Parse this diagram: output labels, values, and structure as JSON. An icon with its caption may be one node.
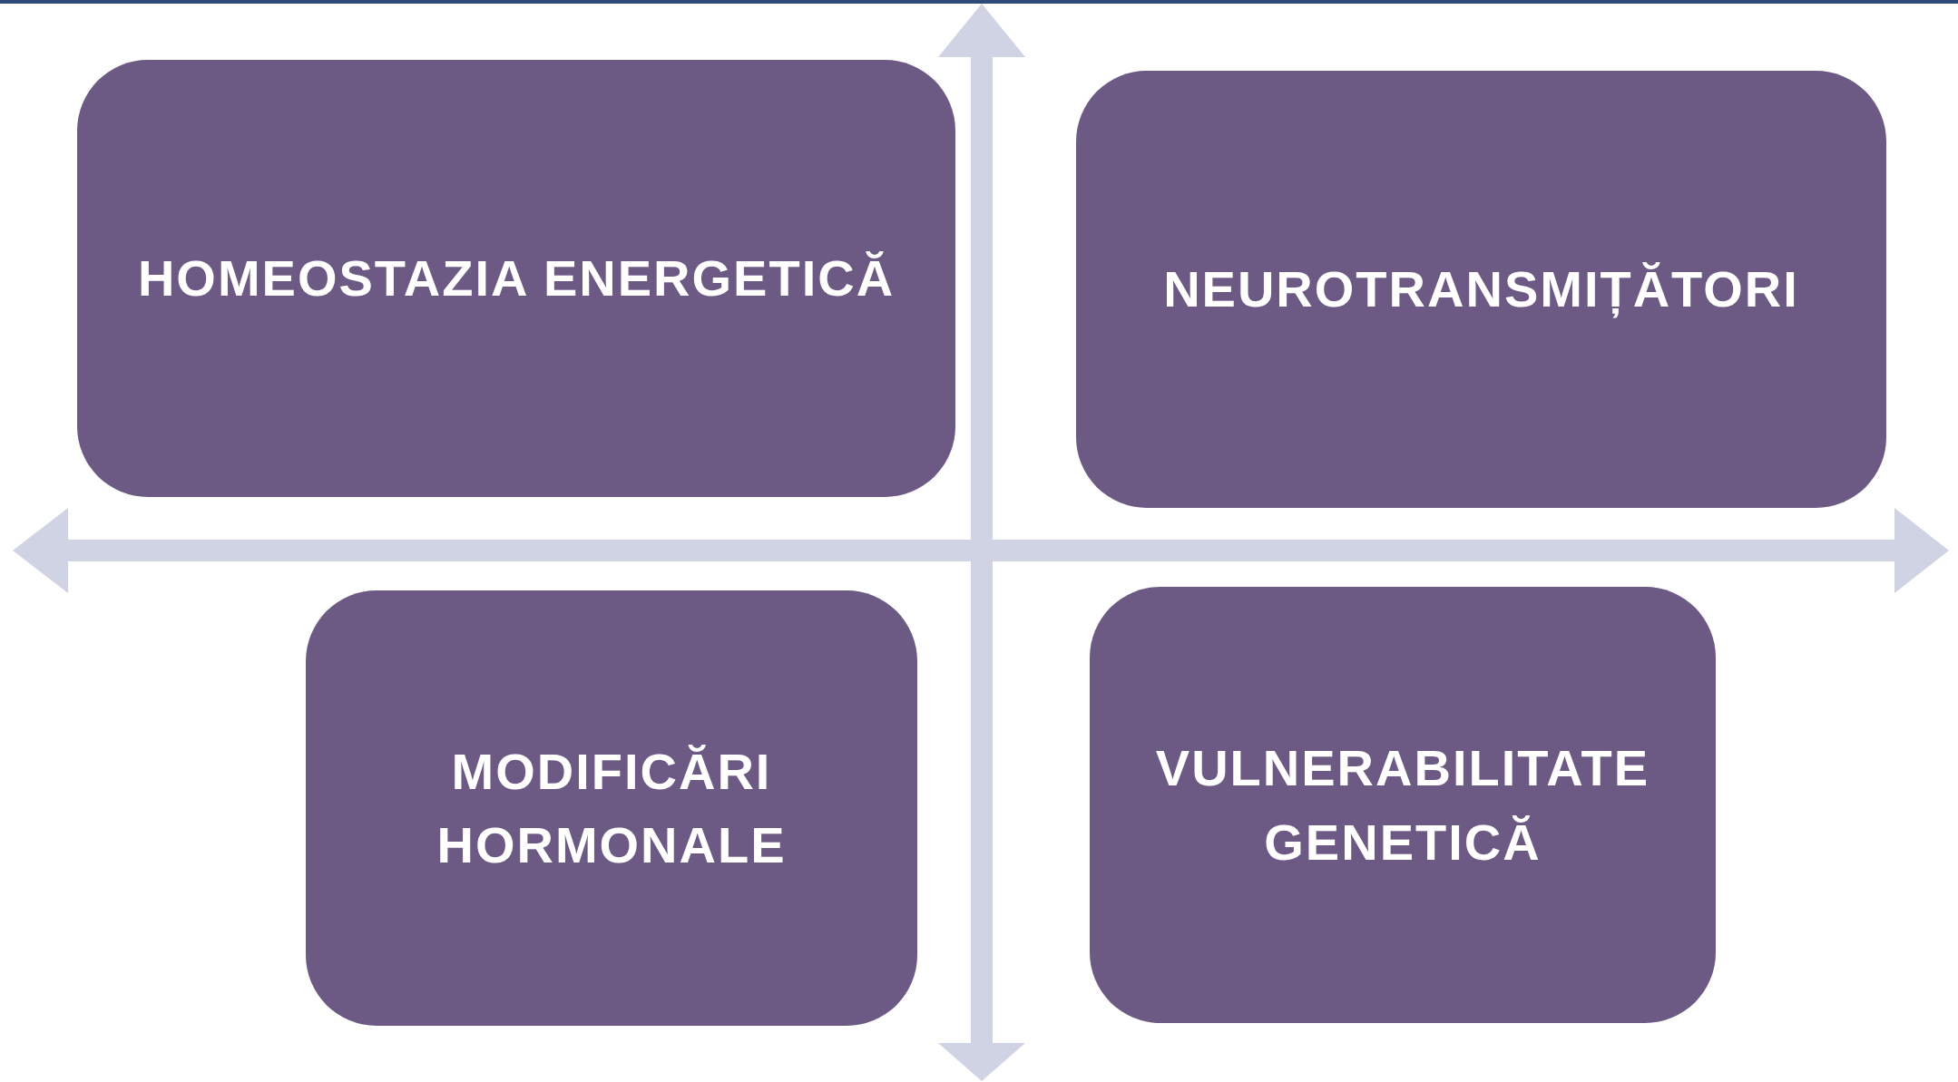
{
  "diagram": {
    "nodes": [
      {
        "text": [
          "HOMEOSTAZIA ENERGETICĂ"
        ]
      },
      {
        "text": [
          "NEUROTRANSMIȚĂTORI"
        ]
      },
      {
        "text": [
          "MODIFICĂRI HORMONALE"
        ]
      },
      {
        "text": [
          "VULNERABILITATE GENETICĂ"
        ]
      }
    ]
  }
}
